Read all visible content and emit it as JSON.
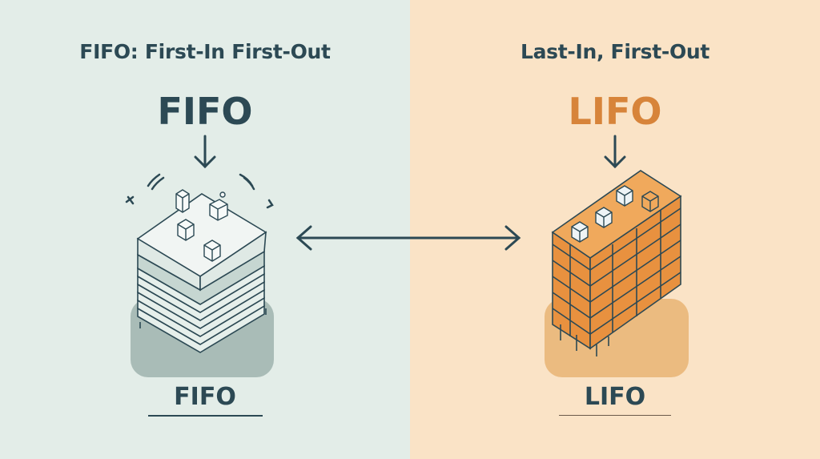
{
  "left": {
    "subtitle": "FIFO: First-In First-Out",
    "heading": "FIFO",
    "label": "FIFO",
    "accent": "#2c4954"
  },
  "right": {
    "subtitle": "Last-In, First-Out",
    "heading": "LIFO",
    "label": "LIFO",
    "accent": "#d7843a"
  }
}
